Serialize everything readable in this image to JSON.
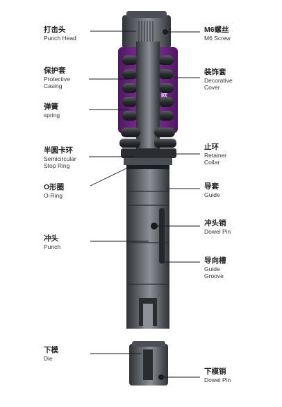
{
  "labels": {
    "punch_head": {
      "zh": "打击头",
      "en": "Punch Head"
    },
    "protective": {
      "zh": "保护套",
      "en1": "Protective",
      "en2": "Casing"
    },
    "spring": {
      "zh": "弹簧",
      "en": "spring"
    },
    "stop_ring": {
      "zh": "半圆卡环",
      "en1": "Semicircular",
      "en2": "Stop Ring"
    },
    "o_ring": {
      "zh": "O形圈",
      "en": "O-Ring"
    },
    "punch": {
      "zh": "冲头",
      "en": "Punch"
    },
    "die": {
      "zh": "下模",
      "en": "Die"
    },
    "m6_screw": {
      "zh": "M6螺丝",
      "en": "M6 Screw"
    },
    "decorative": {
      "zh": "装饰套",
      "en1": "Decorative",
      "en2": "Cover"
    },
    "retainer": {
      "zh": "止环",
      "en1": "Retainer",
      "en2": "Collar"
    },
    "guide": {
      "zh": "导套",
      "en": "Guide"
    },
    "dowel_pin": {
      "zh": "冲头销",
      "en": "Dowel Pin"
    },
    "guide_groove": {
      "zh": "导向槽",
      "en1": "Guide",
      "en2": "Groove"
    },
    "die_pin": {
      "zh": "下模销",
      "en": "Dowel Pin"
    }
  },
  "colors": {
    "purple": "#7b2a93",
    "purple_dark": "#4e1760",
    "steel_dark": "#3a3d42",
    "steel_mid": "#5f6369",
    "steel_light": "#9a9ea4",
    "spring_dark": "#2a2c30",
    "leader": "#1a1a1a"
  }
}
